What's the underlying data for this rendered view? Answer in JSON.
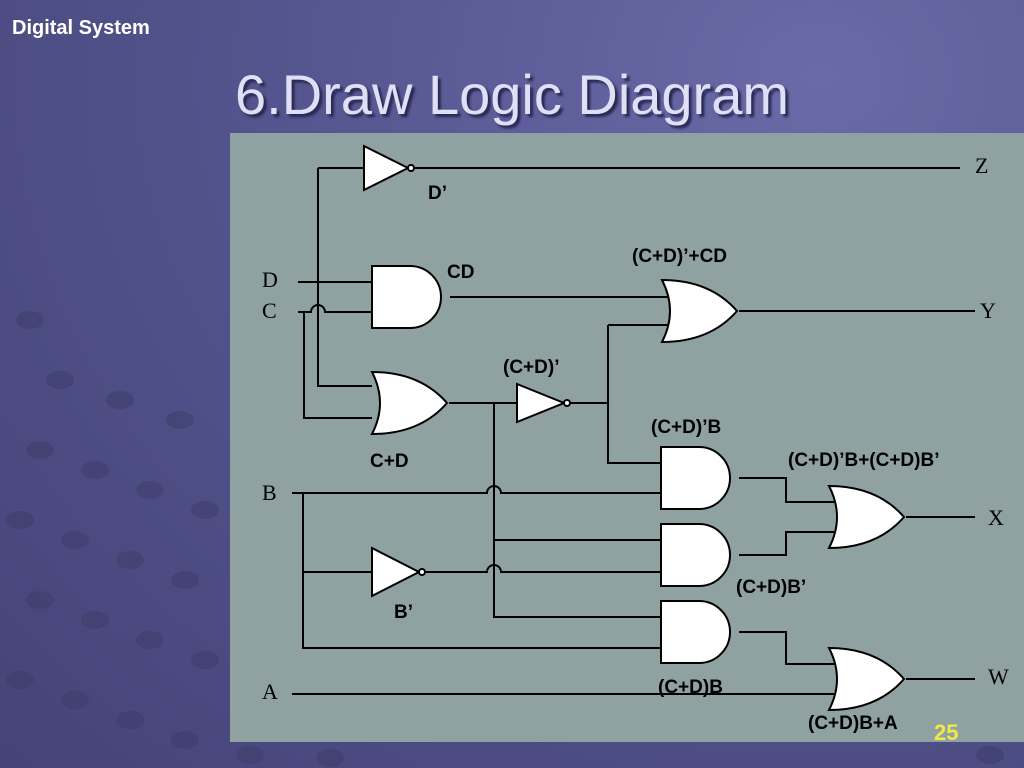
{
  "slide": {
    "header": "Digital System",
    "title": "6.Draw Logic Diagram",
    "page_number": "25"
  },
  "diagram": {
    "inputs": {
      "d": "D",
      "c": "C",
      "b": "B",
      "a": "A"
    },
    "outputs": {
      "z": "Z",
      "y": "Y",
      "x": "X",
      "w": "W"
    },
    "signals": {
      "d_not": "D’",
      "cd": "CD",
      "c_plus_d": "C+D",
      "c_plus_d_not": "(C+D)’",
      "c_plus_d_not_plus_cd": "(C+D)’+CD",
      "b_not": "B’",
      "c_plus_d_not_b": "(C+D)’B",
      "x_expr": "(C+D)’B+(C+D)B’",
      "c_plus_d_b_not": "(C+D)B’",
      "c_plus_d_b": "(C+D)B",
      "w_expr": "(C+D)B+A"
    }
  }
}
